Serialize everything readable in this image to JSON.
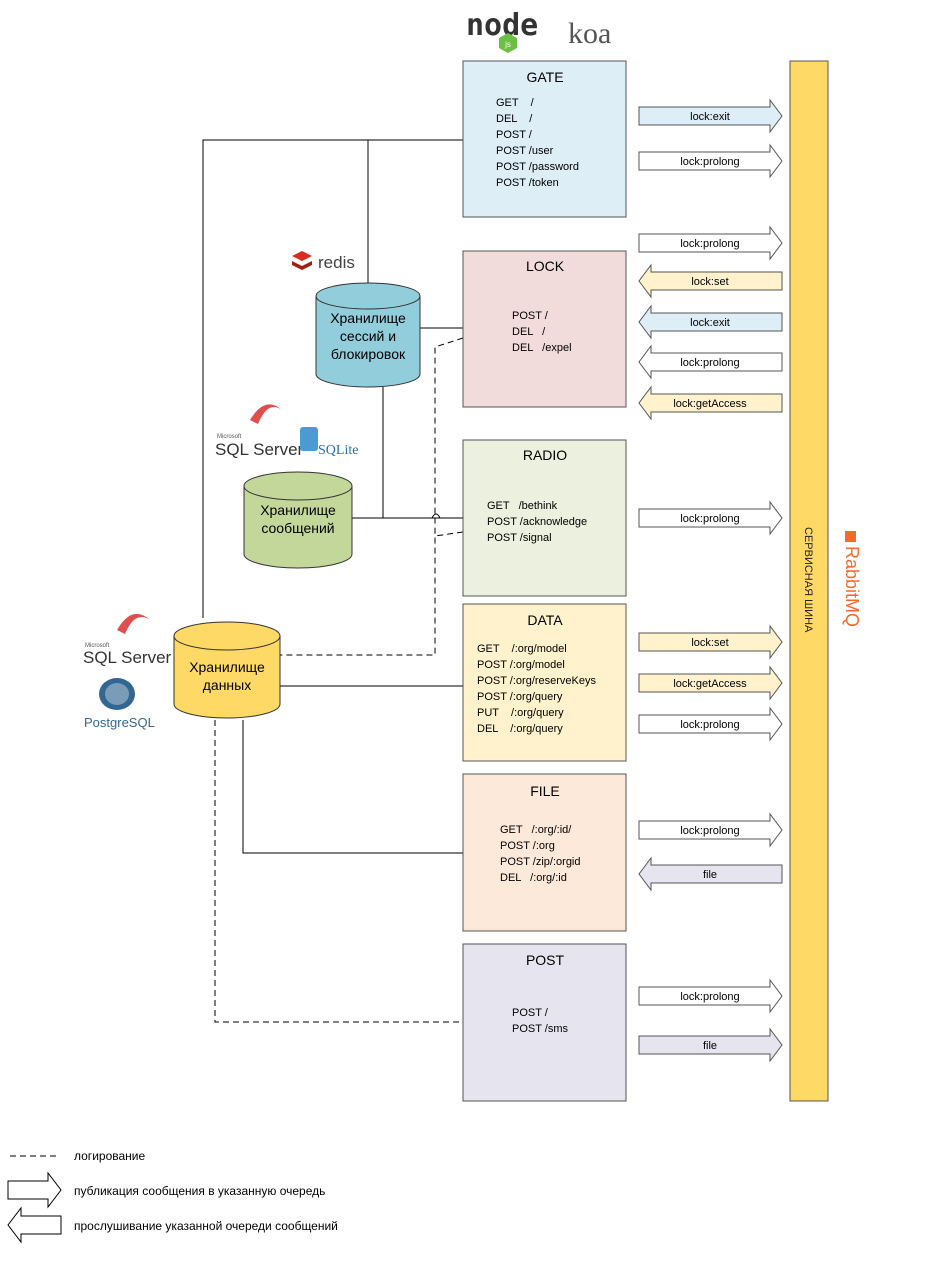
{
  "header_logos": {
    "node": "node",
    "node_js": "js",
    "koa": "koa"
  },
  "services": [
    {
      "id": "gate",
      "title": "GATE",
      "fill": "#ddeef6",
      "routes": [
        "GET    /",
        "DEL    /",
        "POST /",
        "POST /user",
        "POST /password",
        "POST /token"
      ]
    },
    {
      "id": "lock",
      "title": "LOCK",
      "fill": "#f2dcdb",
      "routes": [
        "POST /",
        "DEL   /",
        "DEL   /expel"
      ]
    },
    {
      "id": "radio",
      "title": "RADIO",
      "fill": "#ebf1de",
      "routes": [
        "GET   /bethink",
        "POST /acknowledge",
        "POST /signal"
      ]
    },
    {
      "id": "data",
      "title": "DATA",
      "fill": "#fff2cc",
      "routes": [
        "GET    /:org/model",
        "POST /:org/model",
        "POST /:org/reserveKeys",
        "POST /:org/query",
        "PUT    /:org/query",
        "DEL    /:org/query"
      ]
    },
    {
      "id": "file",
      "title": "FILE",
      "fill": "#fde9d9",
      "routes": [
        "GET   /:org/:id/",
        "POST /:org",
        "POST /zip/:orgid",
        "DEL   /:org/:id"
      ]
    },
    {
      "id": "post",
      "title": "POST",
      "fill": "#e6e4ee",
      "routes": [
        "POST /",
        "POST /sms"
      ]
    }
  ],
  "queues": [
    {
      "label": "lock:exit",
      "dir": "publish",
      "fill": "#ddeef6"
    },
    {
      "label": "lock:prolong",
      "dir": "publish",
      "fill": "#ffffff"
    },
    {
      "label": "lock:prolong",
      "dir": "publish",
      "fill": "#ffffff"
    },
    {
      "label": "lock:set",
      "dir": "listen",
      "fill": "#fff2cc"
    },
    {
      "label": "lock:exit",
      "dir": "listen",
      "fill": "#ddeef6"
    },
    {
      "label": "lock:prolong",
      "dir": "listen",
      "fill": "#ffffff"
    },
    {
      "label": "lock:getAccess",
      "dir": "listen",
      "fill": "#fff2cc"
    },
    {
      "label": "lock:prolong",
      "dir": "publish",
      "fill": "#ffffff"
    },
    {
      "label": "lock:set",
      "dir": "publish",
      "fill": "#fff2cc"
    },
    {
      "label": "lock:getAccess",
      "dir": "publish",
      "fill": "#fff2cc"
    },
    {
      "label": "lock:prolong",
      "dir": "publish",
      "fill": "#ffffff"
    },
    {
      "label": "lock:prolong",
      "dir": "publish",
      "fill": "#ffffff"
    },
    {
      "label": "file",
      "dir": "listen",
      "fill": "#e6e4ee"
    },
    {
      "label": "lock:prolong",
      "dir": "publish",
      "fill": "#ffffff"
    },
    {
      "label": "file",
      "dir": "publish",
      "fill": "#e6e4ee"
    }
  ],
  "stores": [
    {
      "id": "sessions",
      "lines": [
        "Хранилище",
        "сессий и",
        "блокировок"
      ],
      "fill": "#92cddc"
    },
    {
      "id": "messages",
      "lines": [
        "Хранилище",
        "сообщений"
      ],
      "fill": "#c4d79b"
    },
    {
      "id": "data",
      "lines": [
        "Хранилище",
        "данных"
      ],
      "fill": "#ffd966"
    }
  ],
  "tech_logos": {
    "redis": "redis",
    "sqlserver_brand": "Microsoft",
    "sqlserver": "SQL Server",
    "sqlite": "SQLite",
    "postgres": "PostgreSQL"
  },
  "bus": {
    "label": "СЕРВИСНАЯ ШИНА",
    "fill": "#ffd966",
    "brand": "RabbitMQ",
    "brand_color": "#f46a2a"
  },
  "legend": {
    "logging": "логирование",
    "publish": "публикация сообщения в указанную очередь",
    "listen": "прослушивание указанной очереди сообщений"
  }
}
